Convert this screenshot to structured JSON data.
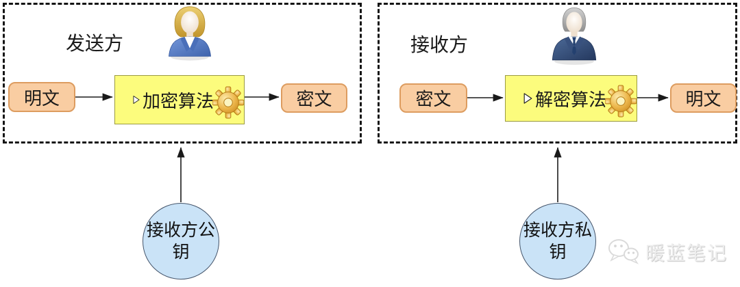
{
  "panels": {
    "sender": {
      "label": "发送方",
      "avatar_icon": "businesswoman-icon",
      "flow": {
        "input": "明文",
        "process": "加密算法",
        "output": "密文"
      },
      "key": {
        "label": "接收方公钥"
      }
    },
    "receiver": {
      "label": "接收方",
      "avatar_icon": "businessman-icon",
      "flow": {
        "input": "密文",
        "process": "解密算法",
        "output": "明文"
      },
      "key": {
        "label": "接收方私钥"
      }
    }
  },
  "icons": {
    "process_run": "play-triangle-icon",
    "process_gear": "gear-icon",
    "watermark": "wechat-icon"
  },
  "watermark": {
    "text": "暖蓝笔记"
  },
  "colors": {
    "terminal_box_fill": "#F9CDA2",
    "terminal_box_border": "#DD9C5F",
    "algo_box_fill": "#FCFC7D",
    "algo_box_border": "#9A9A40",
    "key_circle_fill": "#CAE3F7",
    "key_circle_border": "#44546A",
    "dashed_border": "#141414",
    "arrow": "#1a1a1a",
    "gear_gold": "#E8B445",
    "watermark_gray": "#ededed"
  }
}
